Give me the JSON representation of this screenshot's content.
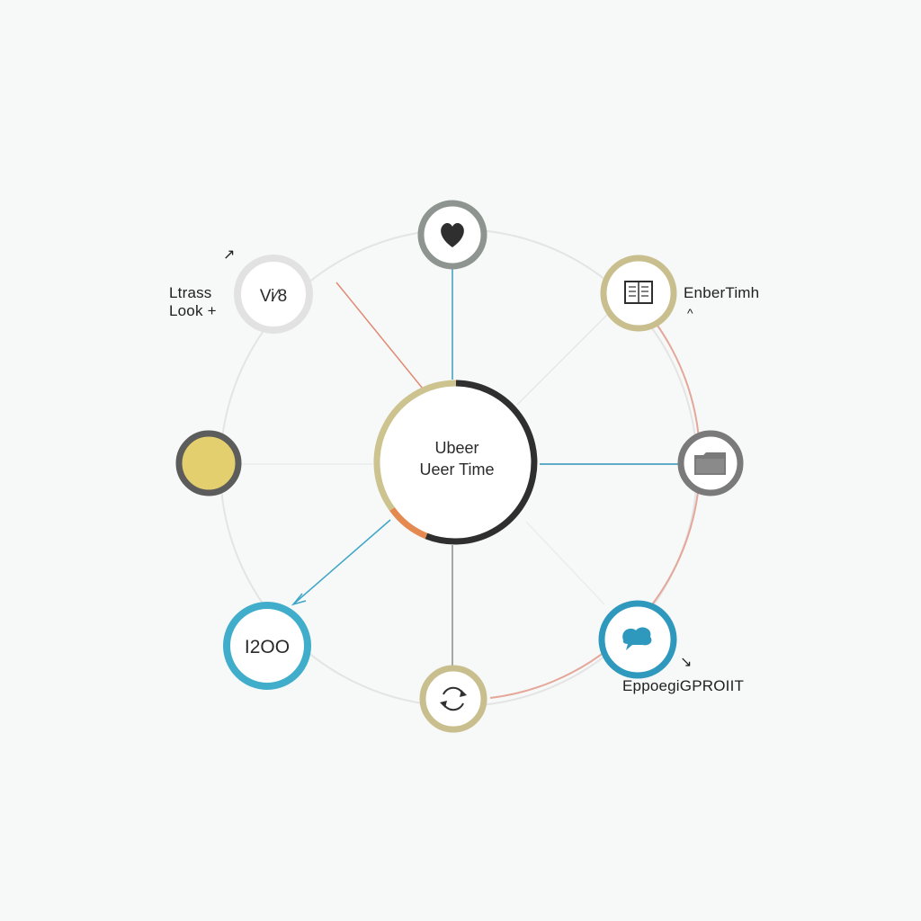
{
  "hub": {
    "line1": "Ubeer",
    "line2": "Ueer Time"
  },
  "labels": {
    "top_left_line1": "Ltrass",
    "top_left_line2": "Look +",
    "top_left_tick": "↗",
    "top_right": "EnberTimh",
    "top_right_tick": "^",
    "bottom_right": "EppoegiGPROIIT",
    "bottom_right_tick": "↘"
  },
  "nodes": {
    "top_left_glyph": "Vi⁄8",
    "bottom_left_glyph": "I2OO"
  },
  "colors": {
    "khaki": "#c9bf8e",
    "gray": "#8e948f",
    "dark": "#3a3a3a",
    "teal": "#2e99bd",
    "yellow": "#e3cf6e",
    "coral": "#e18c6f",
    "orange": "#e4894f",
    "ring_light": "#e3e3e3"
  },
  "icons": {
    "top": "heart-icon",
    "top_right": "book-icon",
    "right": "folder-icon",
    "bottom_right": "chat-bubble-icon",
    "bottom": "refresh-icon",
    "left": "filled-dot-icon",
    "top_left": "scribble-icon",
    "bottom_left": "scribble-icon"
  }
}
